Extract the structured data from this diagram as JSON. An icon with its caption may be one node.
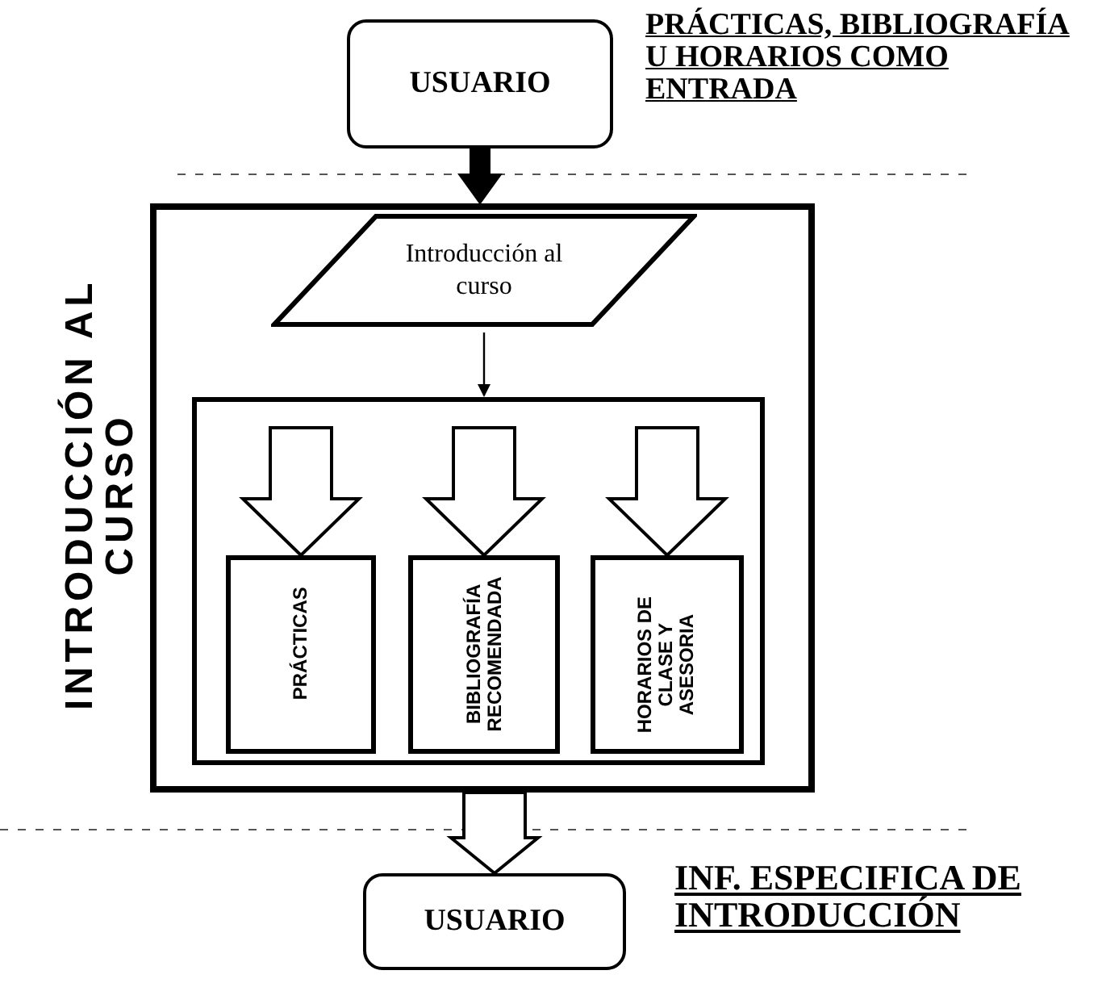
{
  "diagram": {
    "nodes": [
      {
        "text": [
          "USUARIO"
        ]
      },
      {
        "text": [
          "INTRODUCCIÓN AL CURSO"
        ]
      },
      {
        "text": [
          "Introducción al curso"
        ],
        "in": 1
      },
      {
        "text": [],
        "shape": "box",
        "in": 1
      },
      {
        "text": [
          "PRÁCTICAS"
        ],
        "in": 3
      },
      {
        "text": [
          "BIBLIOGRAFÍA RECOMENDADA"
        ],
        "in": 3
      },
      {
        "text": [
          "HORARIOS DE CLASE Y ASESORIA"
        ],
        "in": 3
      },
      {
        "text": [
          "USUARIO"
        ]
      }
    ],
    "edges": [
      {
        "from": 0,
        "to": 1,
        "arrow": "to",
        "style": "thick",
        "color": "#000000"
      },
      {
        "from": 2,
        "to": 3,
        "arrow": "to"
      },
      {
        "from": null,
        "to": 4,
        "arrow": "to",
        "style": "thick"
      },
      {
        "from": null,
        "to": 5,
        "arrow": "to",
        "style": "thick"
      },
      {
        "from": null,
        "to": 6,
        "arrow": "to",
        "style": "thick"
      },
      {
        "from": 1,
        "to": 7,
        "arrow": "to",
        "style": "thick"
      }
    ],
    "labels": [
      "PRÁCTICAS, BIBLIOGRAFÍA U HORARIOS COMO ENTRADA",
      "INF. ESPECIFICA DE INTRODUCCIÓN"
    ]
  }
}
